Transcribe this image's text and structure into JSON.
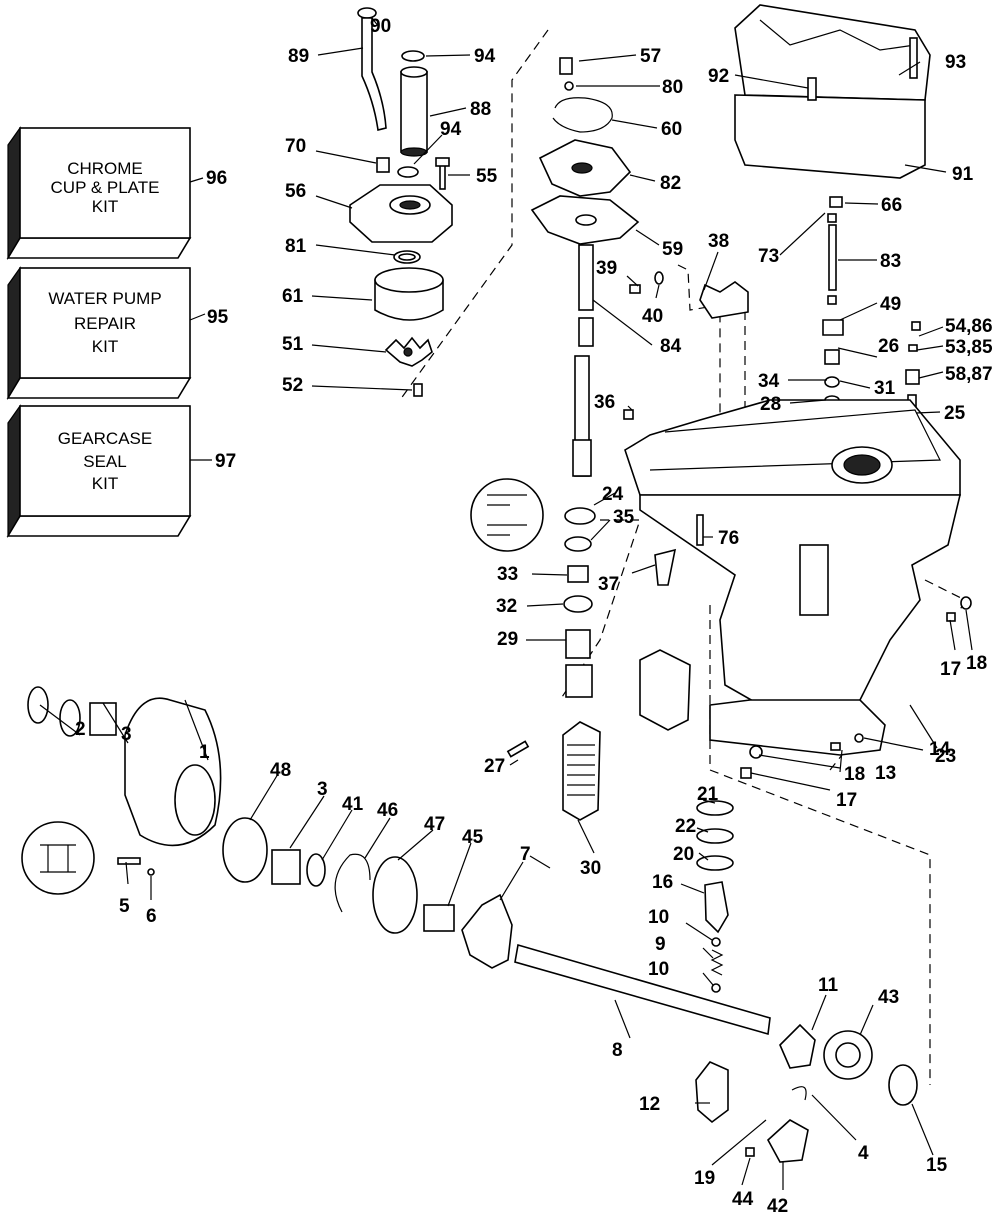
{
  "kits": [
    {
      "id": "96",
      "lines": [
        "CHROME",
        "CUP & PLATE",
        "KIT"
      ]
    },
    {
      "id": "95",
      "lines": [
        "WATER PUMP",
        "REPAIR",
        "KIT"
      ]
    },
    {
      "id": "97",
      "lines": [
        "GEARCASE",
        "SEAL",
        "KIT"
      ]
    }
  ],
  "callouts": {
    "c1": "1",
    "c2": "2",
    "c3a": "3",
    "c3b": "3",
    "c4": "4",
    "c5": "5",
    "c6": "6",
    "c7": "7",
    "c8": "8",
    "c9": "9",
    "c10a": "10",
    "c10b": "10",
    "c11": "11",
    "c12": "12",
    "c13": "13",
    "c14": "14",
    "c15": "15",
    "c16": "16",
    "c17a": "17",
    "c17b": "17",
    "c18a": "18",
    "c18b": "18",
    "c19": "19",
    "c20": "20",
    "c21": "21",
    "c22": "22",
    "c23": "23",
    "c24": "24",
    "c25": "25",
    "c26": "26",
    "c27": "27",
    "c28": "28",
    "c29": "29",
    "c30": "30",
    "c31": "31",
    "c32": "32",
    "c33": "33",
    "c34": "34",
    "c35": "35",
    "c36": "36",
    "c37": "37",
    "c38": "38",
    "c39": "39",
    "c40": "40",
    "c41": "41",
    "c42": "42",
    "c43": "43",
    "c44": "44",
    "c45": "45",
    "c46": "46",
    "c47": "47",
    "c48": "48",
    "c49": "49",
    "c51": "51",
    "c52": "52",
    "c5486": "54,86",
    "c5385": "53,85",
    "c5887": "58,87",
    "c55": "55",
    "c56": "56",
    "c57": "57",
    "c59": "59",
    "c60": "60",
    "c61": "61",
    "c66": "66",
    "c70": "70",
    "c73": "73",
    "c76": "76",
    "c80": "80",
    "c81": "81",
    "c82": "82",
    "c83": "83",
    "c84": "84",
    "c88": "88",
    "c89": "89",
    "c90": "90",
    "c91": "91",
    "c92": "92",
    "c93": "93",
    "c94a": "94",
    "c94b": "94"
  }
}
